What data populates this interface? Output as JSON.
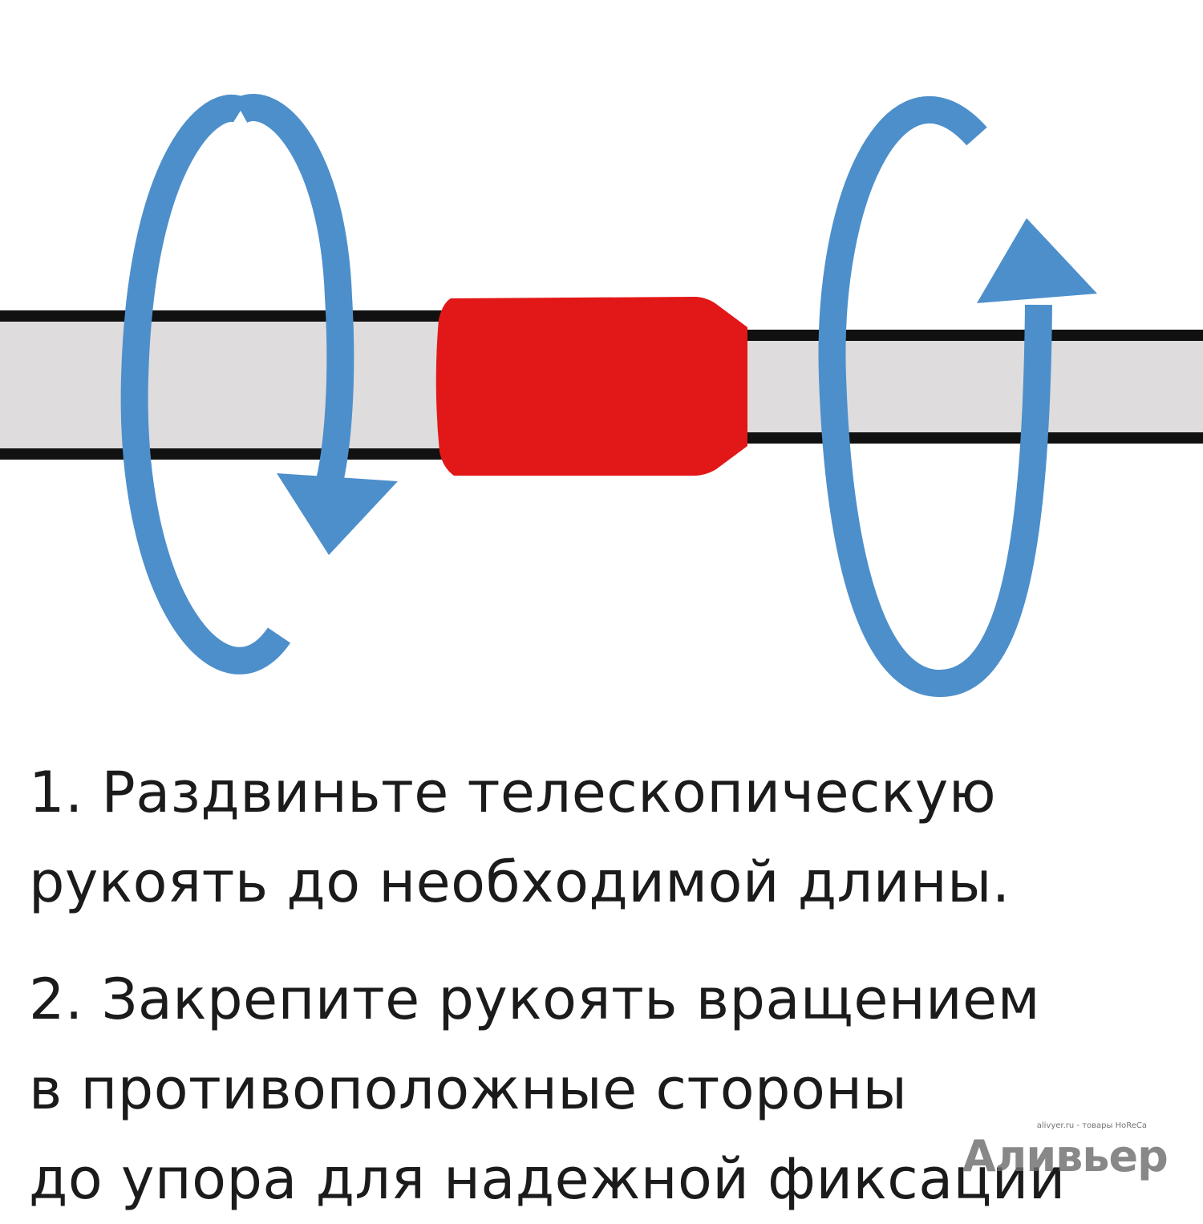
{
  "colors": {
    "arrow": "#4d8fcb",
    "handle_fill": "#dedcdc",
    "handle_outline": "#111111",
    "clamp": "#e21717",
    "text": "#1b1b1b"
  },
  "icons": {
    "left_arrow": "rotate-clockwise-arrow-icon",
    "right_arrow": "rotate-counterclockwise-arrow-icon"
  },
  "steps": [
    {
      "lines": [
        "1. Раздвиньте телескопическую",
        "рукоять до необходимой длины."
      ]
    },
    {
      "lines": [
        "2. Закрепите рукоять вращением",
        "в противоположные стороны",
        "до упора для надежной фиксации"
      ]
    }
  ],
  "watermark": {
    "small": "alivyer.ru - товары HoReCa",
    "logo": "Аливьер"
  }
}
